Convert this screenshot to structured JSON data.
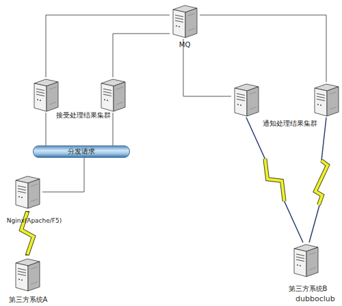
{
  "diagram": {
    "nodes": [
      {
        "text": [
          "MQ"
        ]
      },
      {
        "text": [
          "接受处理结果集群"
        ]
      },
      {
        "text": [
          "分发请求"
        ]
      },
      {
        "text": [
          "Nginx(Apache/F5)"
        ]
      },
      {
        "text": [
          "第三方系统A"
        ]
      },
      {
        "text": [
          "通知处理结果集群"
        ]
      },
      {
        "text": [
          "第三方系统B"
        ]
      }
    ],
    "edges": [
      {
        "from": 0,
        "to": 1,
        "arrow": "none"
      },
      {
        "from": 1,
        "to": 2,
        "arrow": "none"
      },
      {
        "from": 2,
        "to": 3,
        "arrow": "none"
      },
      {
        "from": 3,
        "to": 4,
        "arrow": "none"
      },
      {
        "from": 0,
        "to": 5,
        "arrow": "none"
      },
      {
        "from": 5,
        "to": 6,
        "arrow": "none"
      }
    ],
    "labels": [
      "dubboclub"
    ]
  }
}
